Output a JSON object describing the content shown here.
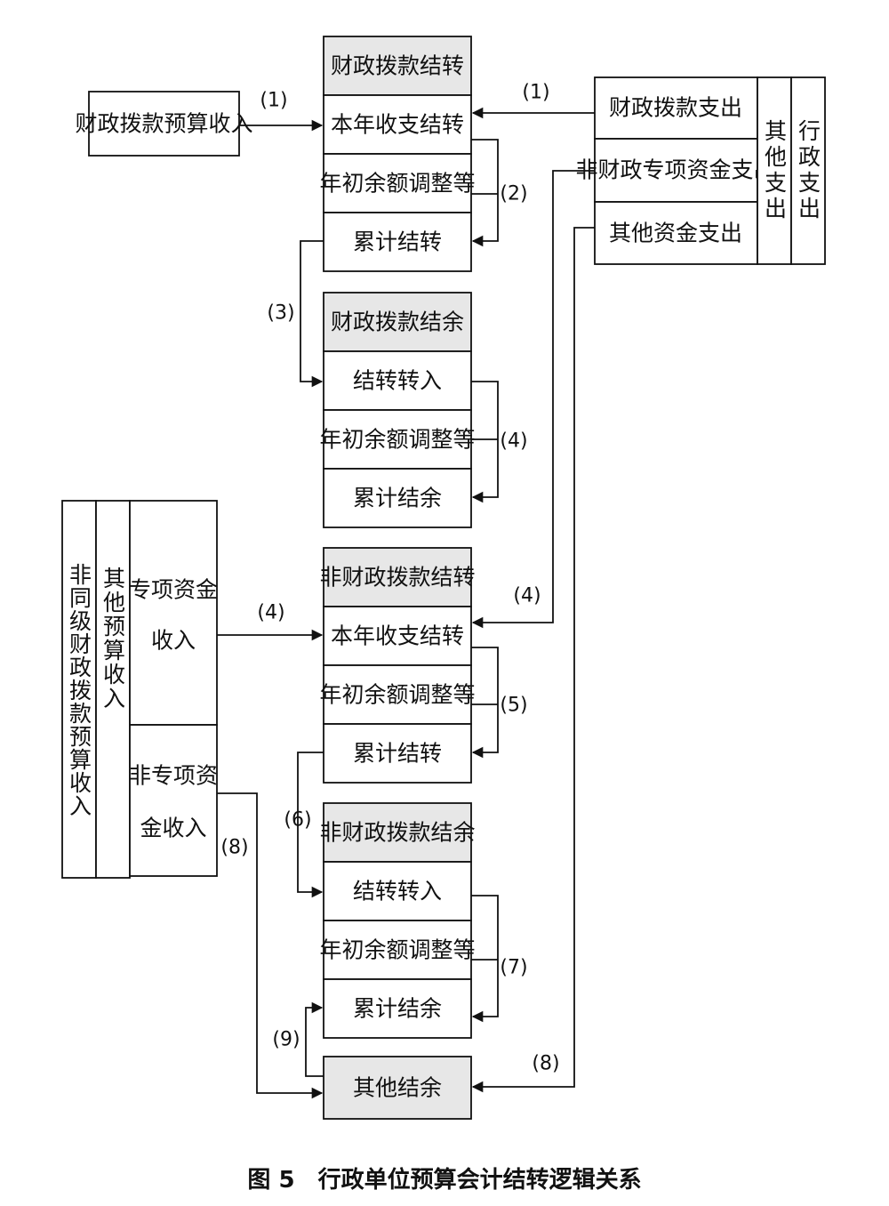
{
  "left_top": {
    "income": "财政拨款预算收入"
  },
  "right_top": {
    "items": [
      "财政拨款支出",
      "非财政专项资金支出",
      "其他资金支出"
    ],
    "group_inner": "其他支出",
    "group_outer": "行政支出"
  },
  "block1": {
    "header": "财政拨款结转",
    "rows": [
      "本年收支结转",
      "年初余额调整等",
      "累计结转"
    ]
  },
  "block2": {
    "header": "财政拨款结余",
    "rows": [
      "结转转入",
      "年初余额调整等",
      "累计结余"
    ]
  },
  "block3": {
    "header": "非财政拨款结转",
    "rows": [
      "本年收支结转",
      "年初余额调整等",
      "累计结转"
    ]
  },
  "block4": {
    "header": "非财政拨款结余",
    "rows": [
      "结转转入",
      "年初余额调整等",
      "累计结余"
    ]
  },
  "block5": {
    "header": "其他结余"
  },
  "left_bottom": {
    "outer": "非同级财政拨款预算收入",
    "inner": "其他预算收入",
    "special_1": "专项资金",
    "special_2": "收入",
    "nonspecial_1": "非专项资",
    "nonspecial_2": "金收入"
  },
  "steps": {
    "s1a": "(1)",
    "s1b": "(1)",
    "s2": "(2)",
    "s3": "(3)",
    "s4a": "(4)",
    "s4b": "(4)",
    "s4c": "(4)",
    "s5": "(5)",
    "s6": "(6)",
    "s7": "(7)",
    "s8a": "(8)",
    "s8b": "(8)",
    "s9": "(9)"
  },
  "caption": "图 5　行政单位预算会计结转逻辑关系"
}
